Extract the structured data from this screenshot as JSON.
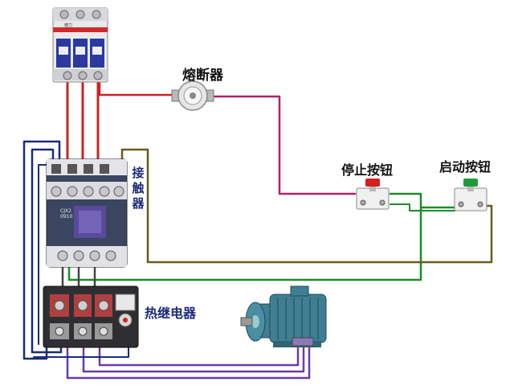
{
  "labels": {
    "fuse": "熔断器",
    "stop_button": "停止按钮",
    "start_button": "启动按钮",
    "contactor": "接触器",
    "thermal_relay": "热继电器"
  },
  "breaker_brand": "德力",
  "contactor_model": [
    "CJX2",
    "0910"
  ],
  "colors": {
    "phase_wire": "#cc2222",
    "control_wire_magenta": "#b0206a",
    "control_wire_green": "#1e8a2a",
    "control_wire_brown": "#6b5a1e",
    "coil_wire_navy": "#1c2a7a",
    "motor_wire_purple": "#6a3aa8",
    "contactor_body": "#3a4660",
    "motor_body": "#3f7f92",
    "stop_button_color": "#d42020",
    "start_button_color": "#1f9a3a"
  }
}
